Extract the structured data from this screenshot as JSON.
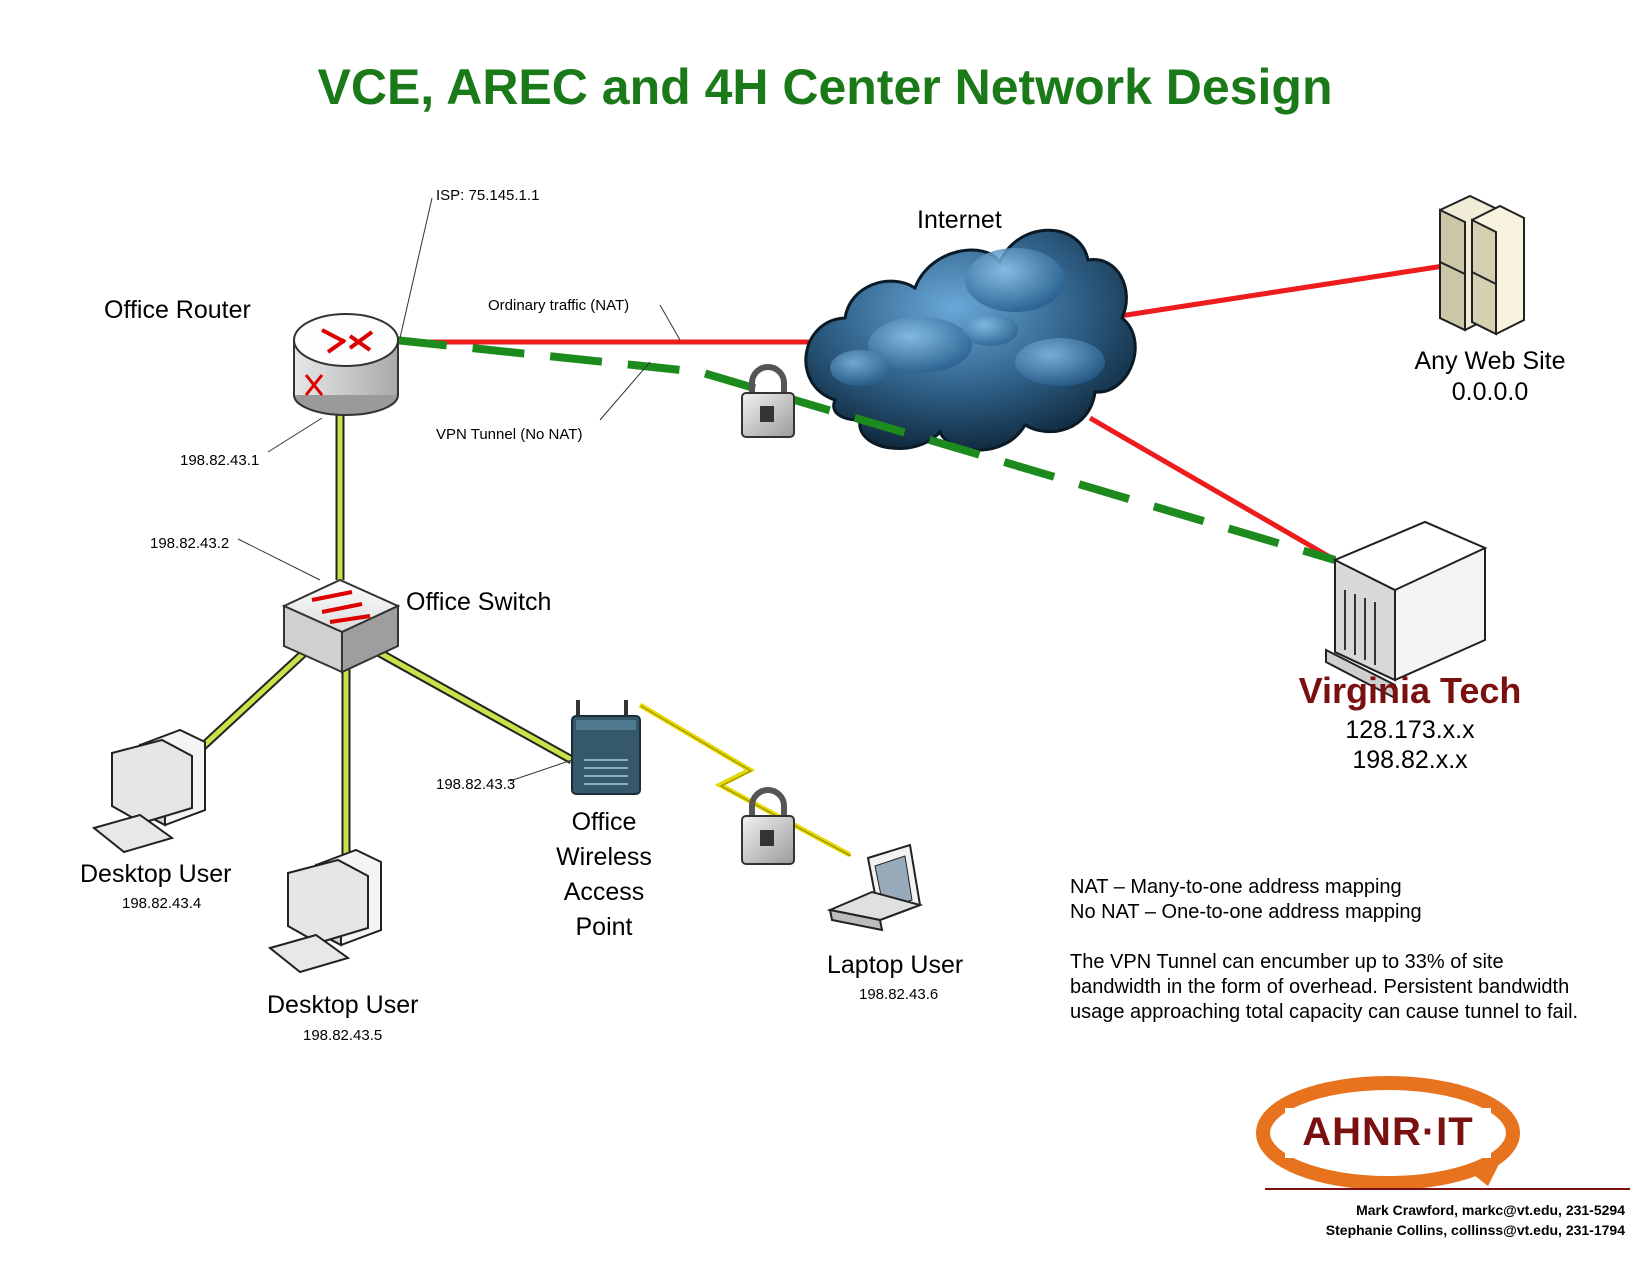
{
  "title": "VCE, AREC and 4H Center Network Design",
  "colors": {
    "title": "#1a7a1a",
    "red_link": "#ee1c1c",
    "vpn": "#1d8a1d",
    "lan": "#c8e34a",
    "vt": "#7a1010",
    "logo_orange": "#e8731e"
  },
  "nodes": {
    "internet": {
      "label": "Internet",
      "icon": "cloud-icon"
    },
    "router": {
      "label": "Office Router",
      "icon": "router-icon",
      "isp": "ISP: 75.145.1.1",
      "ip": "198.82.43.1"
    },
    "switch": {
      "label": "Office Switch",
      "icon": "switch-icon",
      "ip": "198.82.43.2"
    },
    "access_point": {
      "label_lines": [
        "Office",
        "Wireless",
        "Access",
        "Point"
      ],
      "icon": "wireless-ap-icon",
      "ip": "198.82.43.3"
    },
    "desktop1": {
      "label": "Desktop User",
      "ip": "198.82.43.4",
      "icon": "desktop-computer-icon"
    },
    "desktop2": {
      "label": "Desktop User",
      "ip": "198.82.43.5",
      "icon": "desktop-computer-icon"
    },
    "laptop": {
      "label": "Laptop User",
      "ip": "198.82.43.6",
      "icon": "laptop-icon"
    },
    "website": {
      "label": "Any Web Site",
      "ip": "0.0.0.0",
      "icon": "server-icon"
    },
    "vt": {
      "label": "Virginia Tech",
      "ip1": "128.173.x.x",
      "ip2": "198.82.x.x",
      "icon": "building-icon"
    }
  },
  "links": {
    "ordinary": "Ordinary traffic (NAT)",
    "vpn": "VPN Tunnel (No NAT)"
  },
  "notes": {
    "line1": "NAT – Many-to-one address mapping",
    "line2": "No NAT – One-to-one address mapping",
    "para1": "The VPN Tunnel can encumber up to 33% of site",
    "para2": "bandwidth in the form of overhead.  Persistent bandwidth",
    "para3": "usage approaching total capacity can cause tunnel to fail."
  },
  "logo": {
    "text": "AHNR·IT"
  },
  "credits": {
    "line1": "Mark Crawford, markc@vt.edu, 231-5294",
    "line2": "Stephanie Collins, collinss@vt.edu, 231-1794"
  }
}
